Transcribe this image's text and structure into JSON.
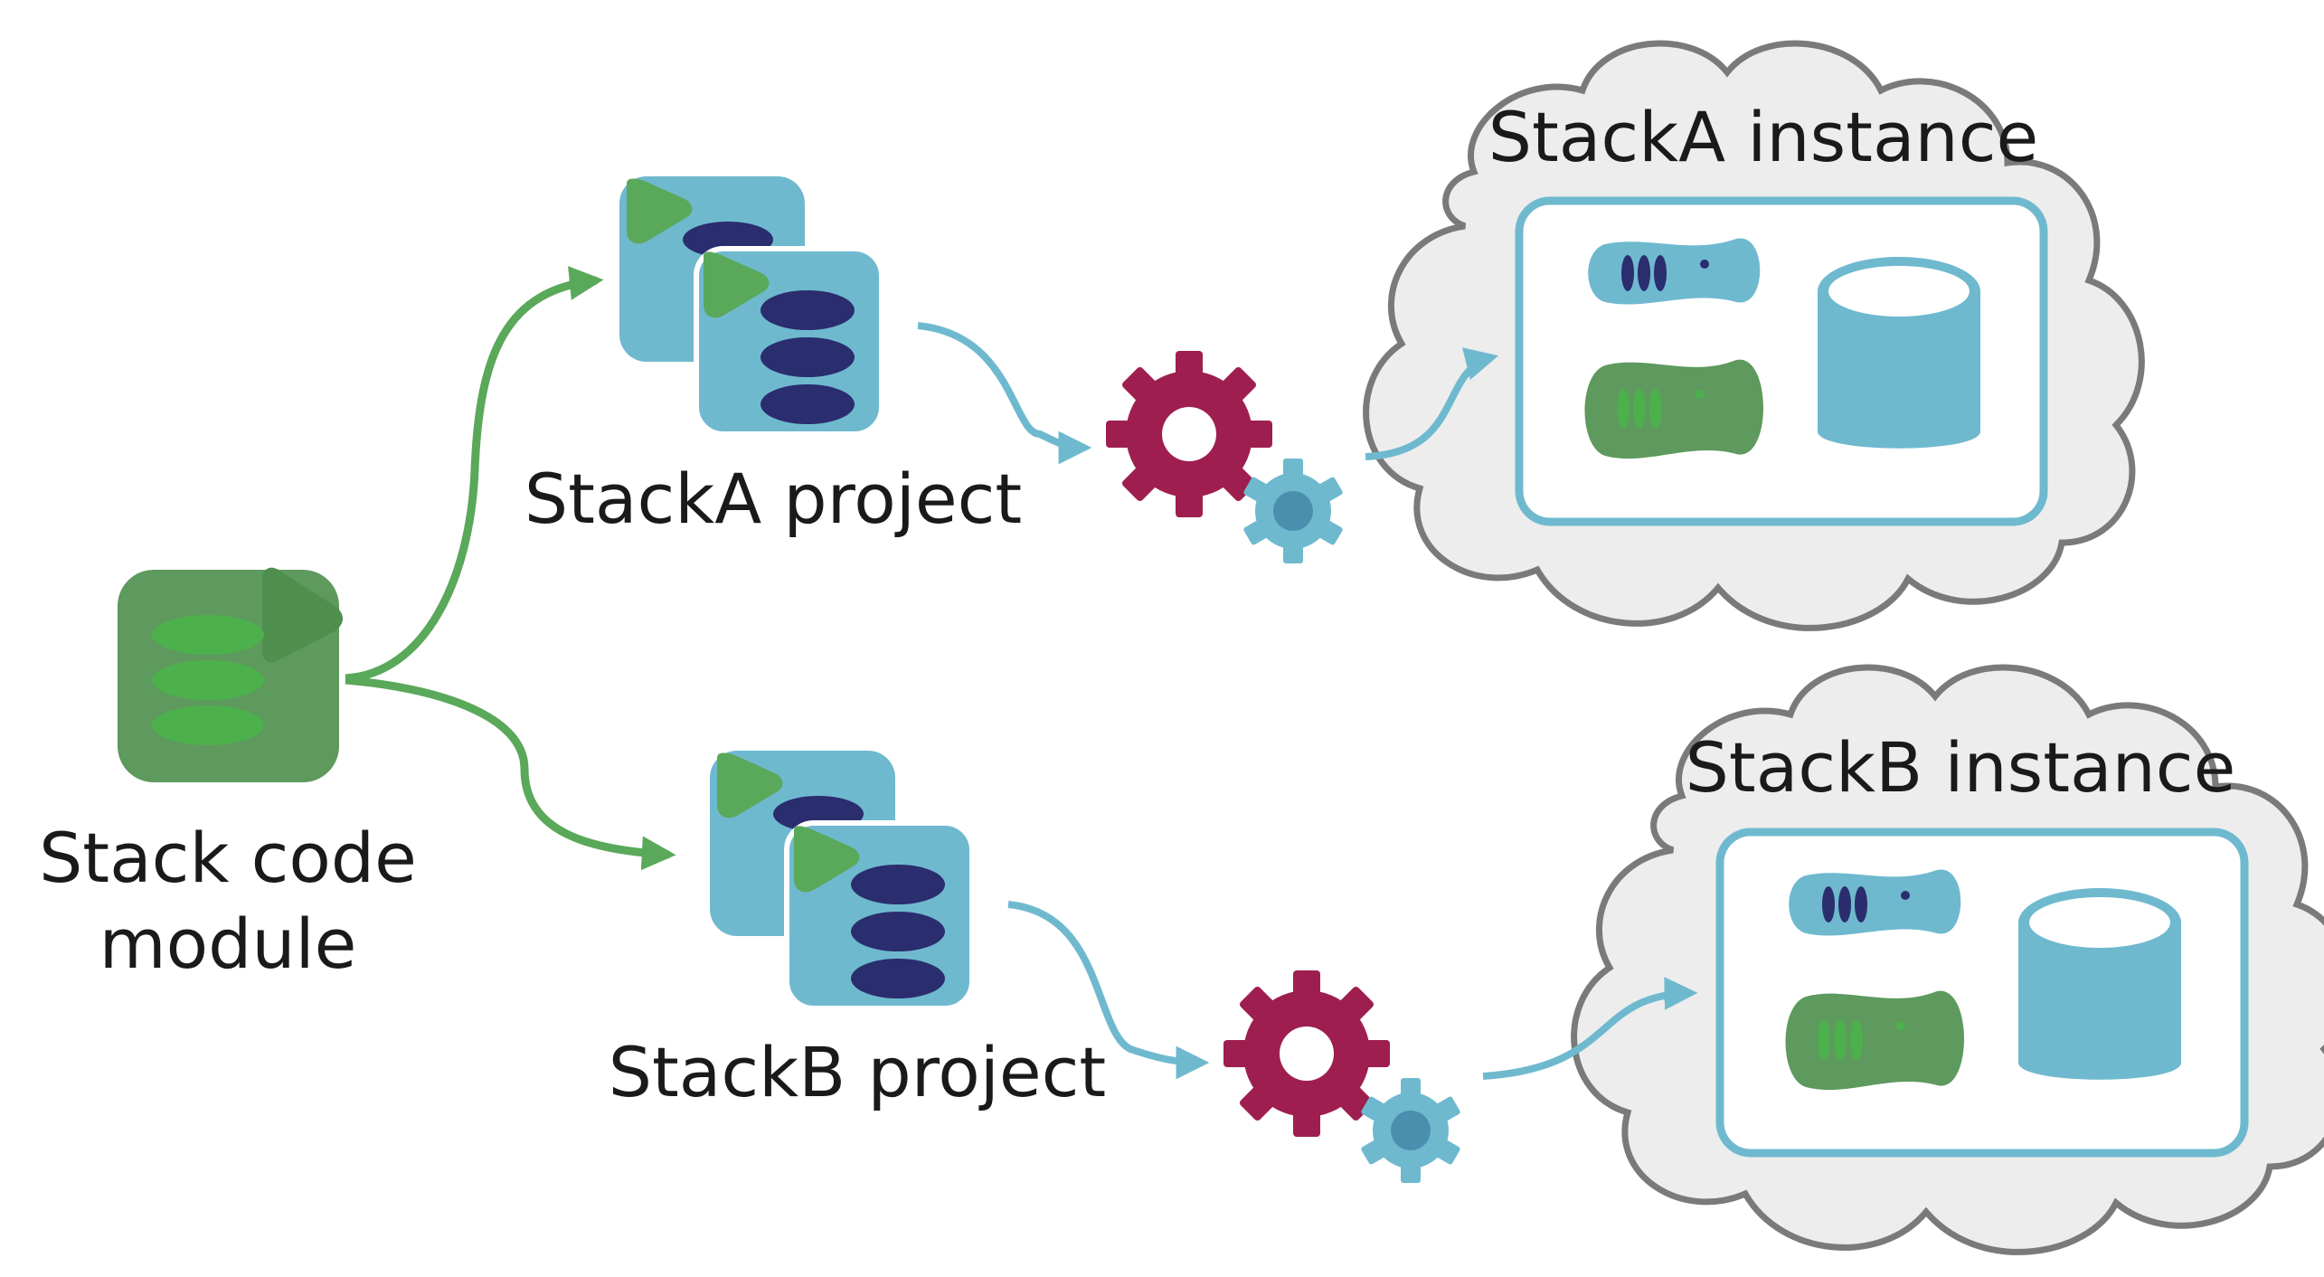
{
  "labels": {
    "module_line1": "Stack code",
    "module_line2": "module",
    "project_a": "StackA project",
    "project_b": "StackB project",
    "instance_a": "StackA instance",
    "instance_b": "StackB instance"
  },
  "colors": {
    "green": "#5aa85a",
    "green_doc": "#5e995e",
    "green_dark": "#4e8f4e",
    "blue": "#6fb9cf",
    "blue_dark": "#4fa3bd",
    "navy": "#2a2d6e",
    "crimson": "#9e1f4f",
    "cloud_fill": "#ededed",
    "cloud_stroke": "#7a7a7a"
  },
  "icons": {
    "module": "code-module-icon",
    "project": "project-documents-icon",
    "engine": "gears-icon",
    "cloud": "cloud-icon",
    "server": "server-icon",
    "database": "database-icon"
  }
}
